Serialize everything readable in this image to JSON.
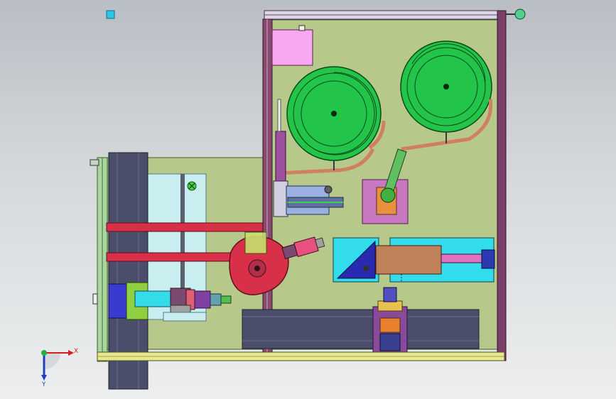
{
  "viewport": {
    "axis_x_label": "X",
    "axis_y_label": "Y",
    "colors": {
      "background_top": "#b9bec4",
      "background_bottom": "#eceeef",
      "plate": "#b7c98a",
      "bowl": "#22c44a",
      "frame_purple": "#7a3f66",
      "rail_red": "#d9304a",
      "cyan": "#33dcea",
      "dark_rail": "#4b4e6a",
      "axis_x": "#d42020",
      "axis_y": "#2040c0",
      "axis_z": "#20b040"
    }
  },
  "components": {
    "pink_box": "pink-electrical-box",
    "bowl_feeders": [
      "vibratory-bowl-left",
      "vibratory-bowl-right"
    ],
    "cam": "rotary-cam",
    "conveyors": [
      "bottom-rail",
      "left-vertical-conveyor"
    ]
  }
}
